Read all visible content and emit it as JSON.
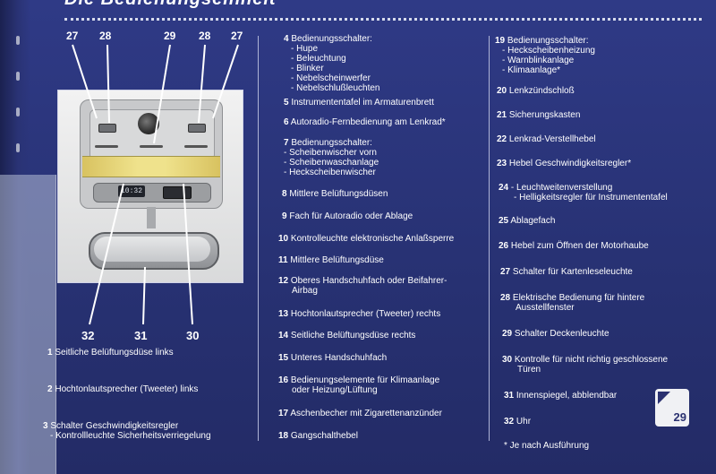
{
  "title": "Die Bedienungseinheit",
  "callouts_top": [
    "27",
    "28",
    "29",
    "28",
    "27"
  ],
  "callouts_bottom": [
    "32",
    "31",
    "30"
  ],
  "clock_display": "10:32",
  "page_number": "29",
  "col1": [
    {
      "n": "1",
      "text": "Seitliche Belüftungsdüse links"
    },
    {
      "n": "2",
      "text": "Hochtonlautsprecher (Tweeter) links"
    },
    {
      "n": "3",
      "text": "Schalter Geschwindigkeitsregler",
      "sub": [
        "- Kontrollleuchte Sicherheitsverriegelung"
      ]
    }
  ],
  "col2": [
    {
      "n": "4",
      "text": "Bedienungsschalter:",
      "sub": [
        "- Hupe",
        "- Beleuchtung",
        "- Blinker",
        "- Nebelscheinwerfer",
        "- Nebelschlußleuchten"
      ]
    },
    {
      "n": "5",
      "text": "Instrumententafel im Armaturenbrett"
    },
    {
      "n": "6",
      "text": "Autoradio-Fernbedienung am Lenkrad*"
    },
    {
      "n": "7",
      "text": "Bedienungsschalter:",
      "sub0": [
        "- Scheibenwischer vorn",
        "- Scheibenwaschanlage",
        "- Heckscheibenwischer"
      ]
    },
    {
      "n": "8",
      "text": "Mittlere Belüftungsdüsen"
    },
    {
      "n": "9",
      "text": "Fach für Autoradio oder Ablage"
    },
    {
      "n": "10",
      "text": "Kontrolleuchte elektronische Anlaßsperre"
    },
    {
      "n": "11",
      "text": "Mittlere Belüftungsdüse"
    },
    {
      "n": "12",
      "text": "Oberes Handschuhfach oder Beifahrer-",
      "text2": "Airbag"
    },
    {
      "n": "13",
      "text": "Hochtonlautsprecher (Tweeter) rechts"
    },
    {
      "n": "14",
      "text": "Seitliche Belüftungsdüse rechts"
    },
    {
      "n": "15",
      "text": "Unteres Handschuhfach"
    },
    {
      "n": "16",
      "text": "Bedienungselemente für Klimaanlage",
      "text2": "oder Heizung/Lüftung"
    },
    {
      "n": "17",
      "text": "Aschenbecher mit Zigarettenanzünder"
    },
    {
      "n": "18",
      "text": "Gangschalthebel"
    }
  ],
  "col3": [
    {
      "n": "19",
      "text": "Bedienungsschalter:",
      "sub": [
        "- Heckscheibenheizung",
        "- Warnblinkanlage",
        "- Klimaanlage*"
      ]
    },
    {
      "n": "20",
      "text": "Lenkzündschloß"
    },
    {
      "n": "21",
      "text": "Sicherungskasten"
    },
    {
      "n": "22",
      "text": "Lenkrad-Verstellhebel"
    },
    {
      "n": "23",
      "text": "Hebel Geschwindigkeitsregler*"
    },
    {
      "n": "24",
      "text": "- Leuchtweitenverstellung",
      "text2": "- Helligkeitsregler für Instrumententafel"
    },
    {
      "n": "25",
      "text": "Ablagefach"
    },
    {
      "n": "26",
      "text": "Hebel zum Öffnen der Motorhaube"
    },
    {
      "n": "27",
      "text": "Schalter für Kartenleseleuchte"
    },
    {
      "n": "28",
      "text": "Elektrische Bedienung für hintere",
      "text2": "Ausstellfenster"
    },
    {
      "n": "29",
      "text": "Schalter Deckenleuchte"
    },
    {
      "n": "30",
      "text": "Kontrolle für nicht richtig geschlossene",
      "text2": "Türen"
    },
    {
      "n": "31",
      "text": "Innenspiegel, abblendbar"
    },
    {
      "n": "32",
      "text": "Uhr"
    }
  ],
  "footnote": "* Je nach Ausführung",
  "colors": {
    "background": "#2b3373",
    "text": "#ffffff",
    "lamp": "#efe28c"
  }
}
